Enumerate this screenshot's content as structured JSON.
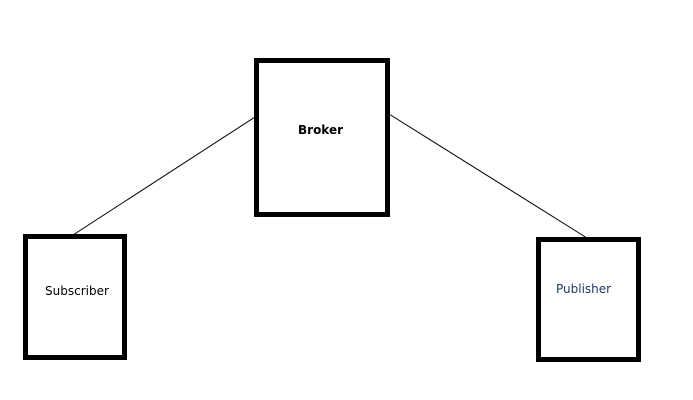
{
  "nodes": {
    "broker": {
      "label": "Broker"
    },
    "subscriber": {
      "label": "Subscriber"
    },
    "publisher": {
      "label": "Publisher",
      "color": "#1f3864"
    }
  },
  "edges": [
    {
      "from": "broker",
      "to": "subscriber"
    },
    {
      "from": "broker",
      "to": "publisher"
    }
  ]
}
